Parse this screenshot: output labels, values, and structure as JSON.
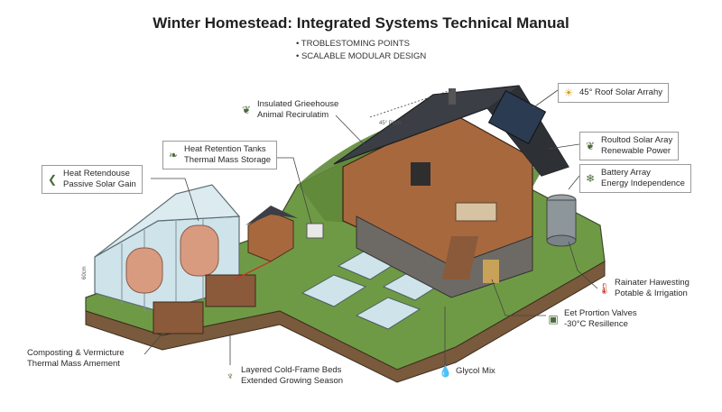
{
  "header": {
    "title": "Winter Homestead: Integrated Systems Technical Manual",
    "bullets": [
      "TROBLESTOMING POINTS",
      "SCALABLE MODULAR DESIGN"
    ]
  },
  "labels": {
    "greenhouse_insulated": {
      "line1": "Insulated Grieehouse",
      "line2": "Animal Recirulatim",
      "icon": "leaf-icon"
    },
    "heat_tanks": {
      "line1": "Heat Retention Tanks",
      "line2": "Thermal Mass Storage",
      "icon": "plant-icon"
    },
    "heat_retendouse": {
      "line1": "Heat Retendouse",
      "line2": "Passive Solar Gain",
      "icon": "wing-icon"
    },
    "roof_solar": {
      "line1": "45° Roof Solar Arrahy",
      "icon": "sun-icon"
    },
    "roultod_solar": {
      "line1": "Roultod Solar Aray",
      "line2": "Renewable Power",
      "icon": "leaf-icon"
    },
    "battery": {
      "line1": "Battery Array",
      "line2": "Energy Independence",
      "icon": "snowflake-icon"
    },
    "rainwater": {
      "line1": "Rainater Hawesting",
      "line2": "Potable & Irrigation",
      "icon": "thermometer-icon"
    },
    "valves": {
      "line1": "Eet Prortion Valves",
      "line2": "-30°C Resillence",
      "icon": "gauge-icon"
    },
    "composting": {
      "line1": "Composting & Vermicture",
      "line2": "Thermal Mass Amement"
    },
    "cold_frame": {
      "line1": "Layered Cold-Frame Beds",
      "line2": "Extended Growing Season",
      "icon": "sprout-icon"
    },
    "glycol": {
      "line1": "Glycol Mix",
      "icon": "drop-icon"
    }
  },
  "annotations": {
    "dim_roof": "45° Pitch",
    "dim_greenhouse": "60cm"
  },
  "colors": {
    "grass": "#6f9a45",
    "soil": "#7a5a3c",
    "wood": "#a8683e",
    "roof": "#3b3f45",
    "glass": "#cfe3ea",
    "tank": "#d99b80",
    "stone": "#6d6a66"
  }
}
